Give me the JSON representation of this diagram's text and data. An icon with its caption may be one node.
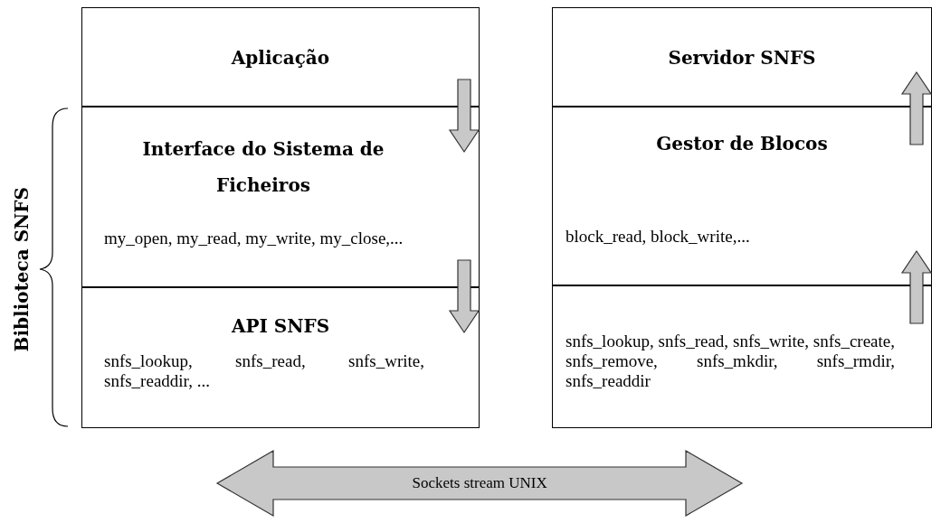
{
  "diagram": {
    "nodes": [
      {
        "text": [
          "Aplicação"
        ]
      },
      {
        "text": [
          "Interface do Sistema de Ficheiros",
          "my_open, my_read, my_write, my_close,..."
        ]
      },
      {
        "text": [
          "API SNFS",
          "snfs_lookup, snfs_read, snfs_write, snfs_readdir, ..."
        ]
      },
      {
        "text": [
          "Servidor SNFS"
        ]
      },
      {
        "text": [
          "Gestor de Blocos",
          "block_read, block_write,..."
        ]
      },
      {
        "text": [
          "snfs_lookup, snfs_read, snfs_write, snfs_create, snfs_remove, snfs_mkdir, snfs_rmdir, snfs_readdir"
        ]
      }
    ],
    "edges": [
      {
        "from": 0,
        "to": 1,
        "arrow": "to"
      },
      {
        "from": 1,
        "to": 2,
        "arrow": "to"
      },
      {
        "from": 4,
        "to": 3,
        "arrow": "to"
      },
      {
        "from": 5,
        "to": 4,
        "arrow": "to"
      },
      {
        "from": 2,
        "to": 5,
        "arrow": "both",
        "label": "Sockets stream UNIX"
      }
    ],
    "labels": [
      "Biblioteca SNFS"
    ]
  }
}
